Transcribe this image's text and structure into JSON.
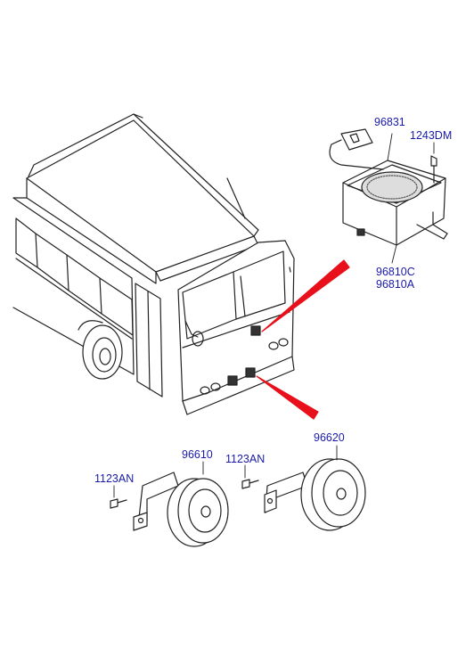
{
  "diagram": {
    "accent_color": "#1a1aa6",
    "arrow_color": "#e8101a",
    "labels": {
      "part_96831": "96831",
      "part_1243dm": "1243DM",
      "part_96810c": "96810C",
      "part_96810a": "96810A",
      "part_96620": "96620",
      "part_96610": "96610",
      "part_1123an_right": "1123AN",
      "part_1123an_left": "1123AN"
    }
  }
}
